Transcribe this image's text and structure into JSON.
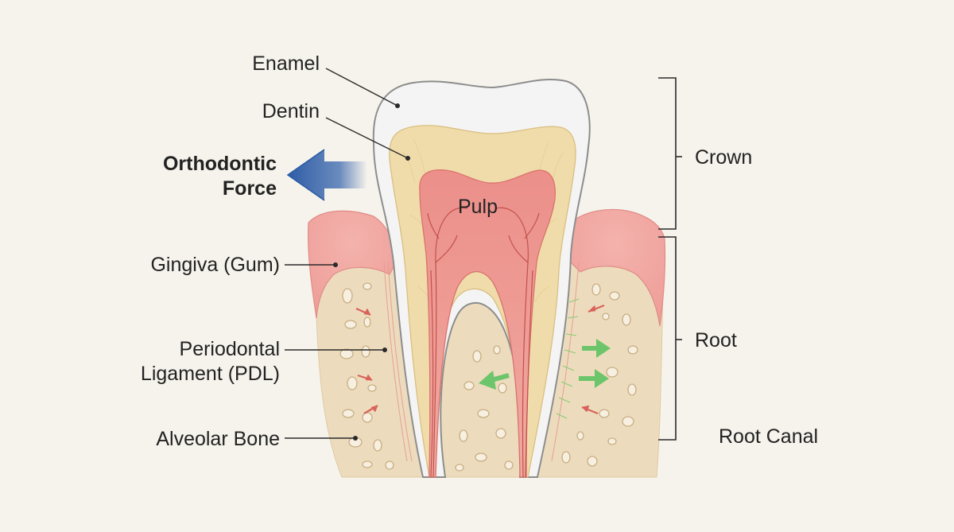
{
  "labels": {
    "enamel": "Enamel",
    "dentin": "Dentin",
    "pulp": "Pulp",
    "force_line1": "Orthodontic",
    "force_line2": "Force",
    "gingiva": "Gingiva (Gum)",
    "pdl_line1": "Periodontal",
    "pdl_line2": "Ligament (PDL)",
    "alveolar_bone": "Alveolar Bone",
    "crown": "Crown",
    "root": "Root",
    "root_canal": "Root Canal"
  },
  "colors": {
    "background": "#f6f3ec",
    "enamel": "#f4f4f4",
    "dentin": "#f0dcaa",
    "pulp": "#ee9c95",
    "gingiva": "#f2a9a4",
    "bone": "#ecdcbd",
    "force_arrow": "#3a67ad",
    "compression_arrow": "#d9625a",
    "tension_arrow": "#6cc56a"
  }
}
